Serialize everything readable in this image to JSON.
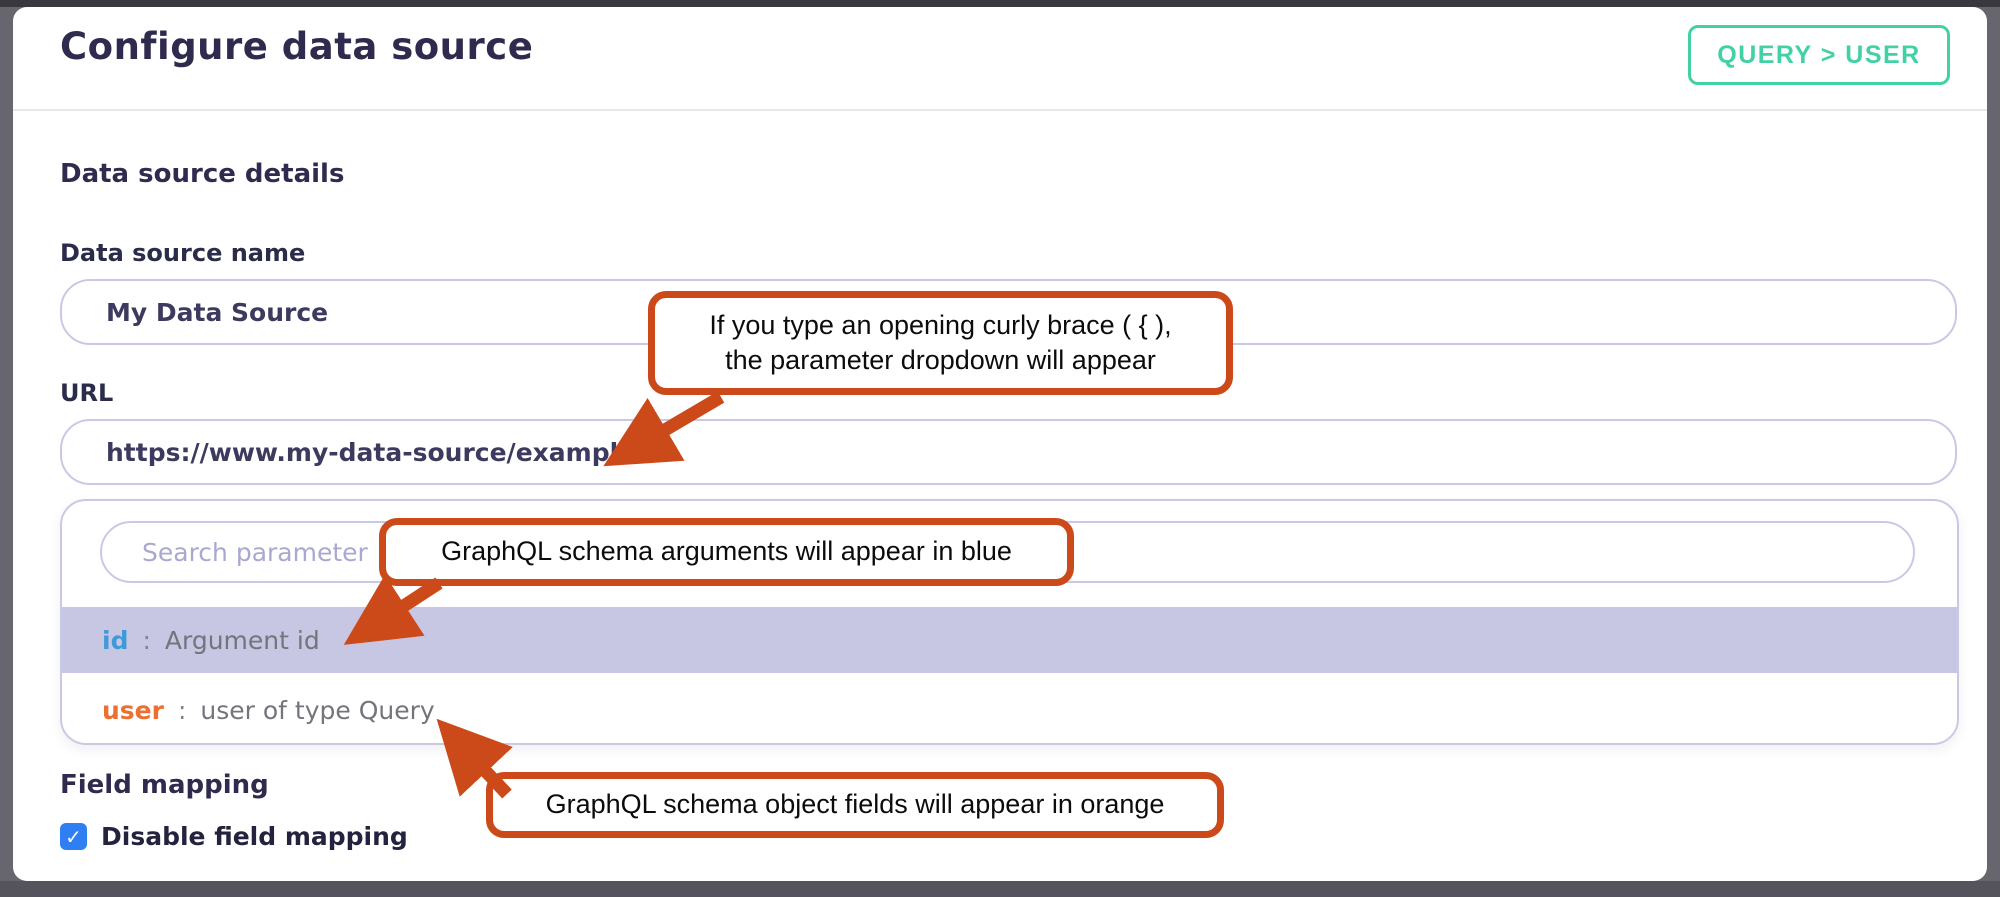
{
  "header": {
    "title": "Configure data source",
    "badge_label": "QUERY > USER"
  },
  "sections": {
    "details_heading": "Data source details",
    "field_mapping_heading": "Field mapping"
  },
  "fields": {
    "name": {
      "label": "Data source name",
      "value": "My Data Source"
    },
    "url": {
      "label": "URL",
      "value": "https://www.my-data-source/example/"
    }
  },
  "dropdown": {
    "search_placeholder": "Search parameter",
    "items": [
      {
        "name": "id",
        "separator": ":",
        "desc": "Argument id",
        "highlighted": true
      },
      {
        "name": "user",
        "separator": ":",
        "desc": "user of type Query",
        "highlighted": false
      }
    ]
  },
  "field_mapping": {
    "checkbox_label": "Disable field mapping",
    "checked": true
  },
  "annotations": {
    "curly_brace": {
      "lines": [
        "If you type an opening curly brace ( { ),",
        "the parameter dropdown will appear"
      ]
    },
    "blue_args": {
      "text": "GraphQL schema arguments will appear in blue"
    },
    "orange_fields": {
      "text": "GraphQL schema object fields will appear in orange"
    }
  },
  "icons": {
    "check": "✓"
  },
  "colors": {
    "accent_badge": "#42d1a5",
    "annotation_border": "#cc4a1a",
    "argument_blue": "#3f9ad8",
    "field_orange": "#ec7031",
    "highlight_row": "#c7c7e3",
    "input_border": "#c9c9e6",
    "checkbox_blue": "#2f7ef2",
    "heading_navy": "#2f2b4e"
  }
}
